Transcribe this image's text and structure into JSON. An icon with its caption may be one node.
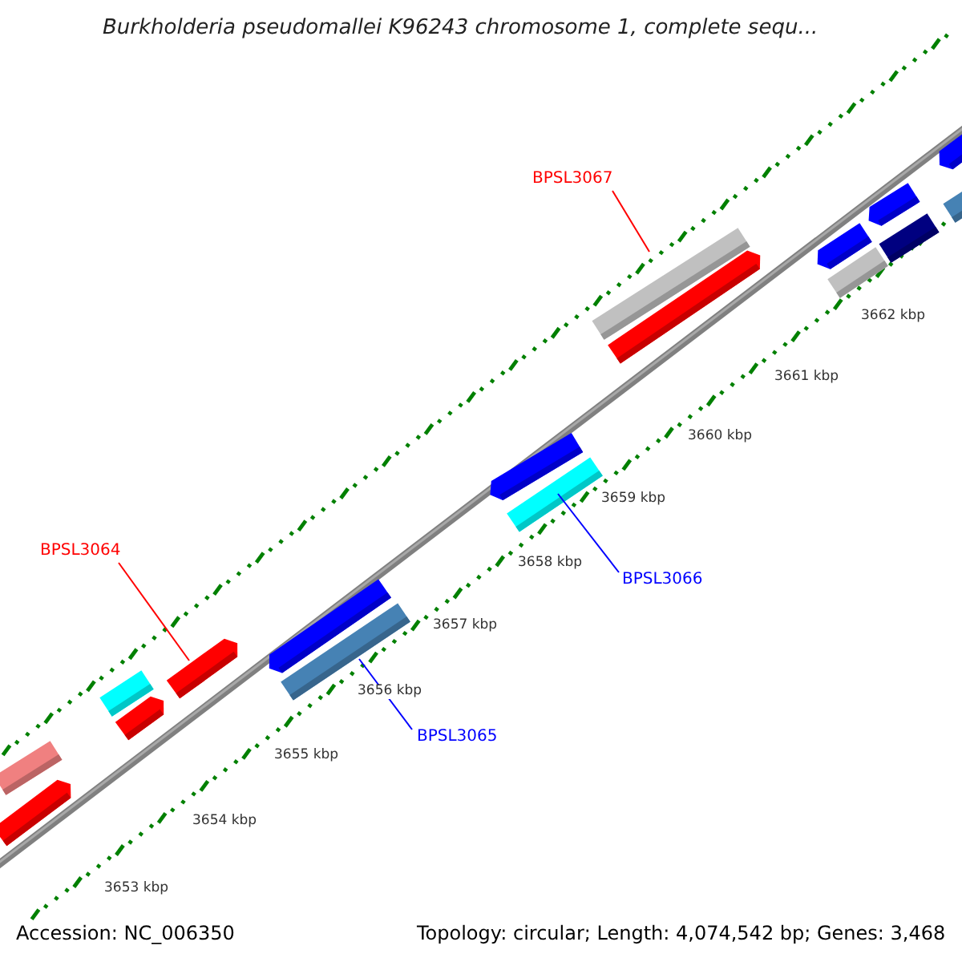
{
  "diagram": {
    "title": "Burkholderia pseudomallei K96243 chromosome 1, complete sequ...",
    "nodes": [
      {
        "text": [
          "BPSL3067"
        ]
      },
      {
        "text": [],
        "shape": "bar"
      },
      {
        "text": [
          "BPSL3064"
        ]
      },
      {
        "text": [],
        "shape": "bar"
      },
      {
        "text": [
          "BPSL3066"
        ]
      },
      {
        "text": [],
        "shape": "bar"
      },
      {
        "text": [
          "BPSL3065"
        ]
      },
      {
        "text": [],
        "shape": "bar"
      },
      {
        "text": [],
        "shape": "bar"
      },
      {
        "text": [],
        "shape": "bar"
      },
      {
        "text": [],
        "shape": "bar"
      },
      {
        "text": [],
        "shape": "bar"
      },
      {
        "text": [],
        "shape": "bar"
      },
      {
        "text": [],
        "shape": "bar"
      },
      {
        "text": [],
        "shape": "bar"
      },
      {
        "text": [],
        "shape": "bar"
      },
      {
        "text": [],
        "shape": "bar"
      },
      {
        "text": [],
        "shape": "bar"
      },
      {
        "text": [],
        "shape": "bar"
      },
      {
        "text": [],
        "shape": "bar"
      },
      {
        "text": [],
        "shape": "bar"
      }
    ],
    "edges": [
      {
        "from": 0,
        "to": 1,
        "arrow": "none",
        "color": "#ff0000"
      },
      {
        "from": 2,
        "to": 3,
        "arrow": "none",
        "color": "#ff0000"
      },
      {
        "from": 4,
        "to": 5,
        "arrow": "none",
        "color": "#0000ff"
      },
      {
        "from": 6,
        "to": 7,
        "arrow": "none",
        "color": "#0000ff"
      }
    ],
    "labels": [
      "3653 kbp",
      "3654 kbp",
      "3655 kbp",
      "3656 kbp",
      "3657 kbp",
      "3658 kbp",
      "3659 kbp",
      "3660 kbp",
      "3661 kbp",
      "3662 kbp",
      "Accession: NC_006350",
      "Topology: circular; Length: 4,074,542 bp; Genes: 3,468"
    ]
  }
}
